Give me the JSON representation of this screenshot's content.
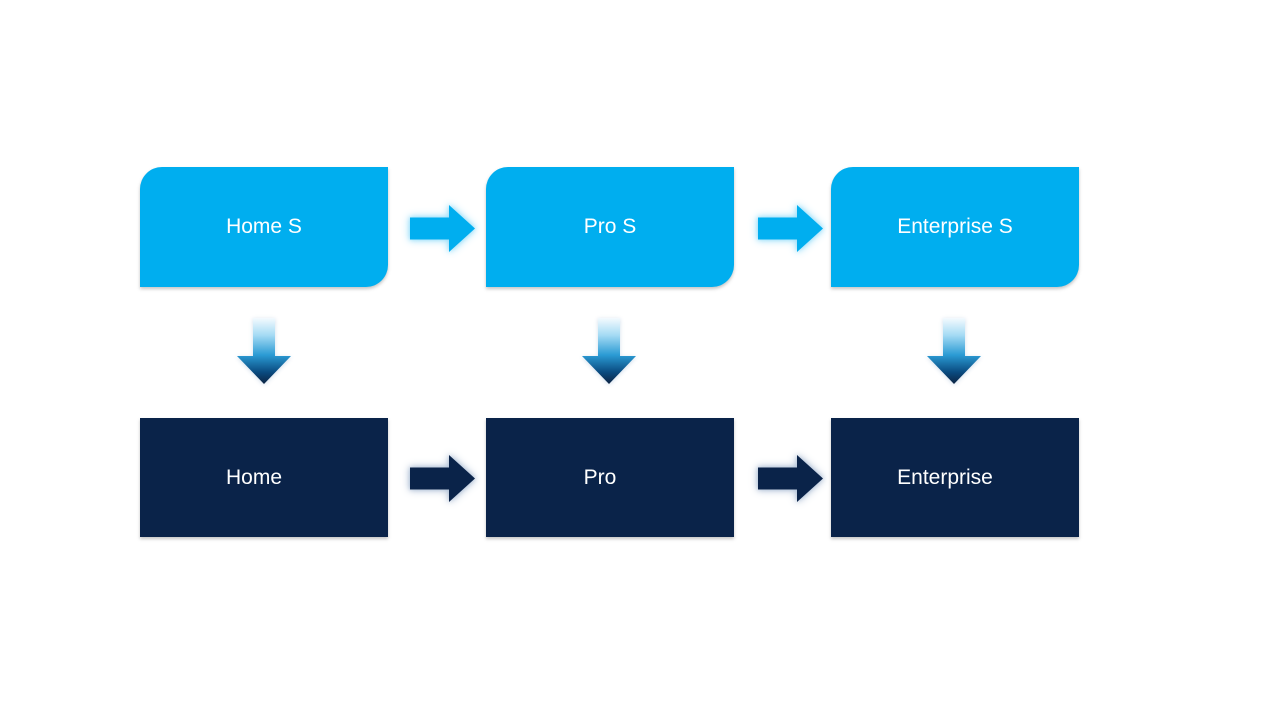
{
  "diagram": {
    "top_row": [
      {
        "label": "Home S"
      },
      {
        "label": "Pro S"
      },
      {
        "label": "Enterprise S"
      }
    ],
    "bottom_row": [
      {
        "label": "Home"
      },
      {
        "label": "Pro"
      },
      {
        "label": "Enterprise"
      }
    ]
  },
  "colors": {
    "background": "#FFFFFF",
    "text": "#FFFFFF",
    "top_box_fill": "#00AEEF",
    "bottom_box_fill": "#0A2349",
    "top_arrow_fill": "#00AEEF",
    "top_arrow_glow": "#9FE0FA",
    "bottom_arrow_fill": "#0A2349",
    "bottom_arrow_glow": "#B3C3D8",
    "gradient_top": "#F4FAFE",
    "gradient_upper": "#A5DBF4",
    "gradient_mid": "#2B9BD4",
    "gradient_lower": "#0A4B80",
    "gradient_bottom": "#0C2342"
  }
}
